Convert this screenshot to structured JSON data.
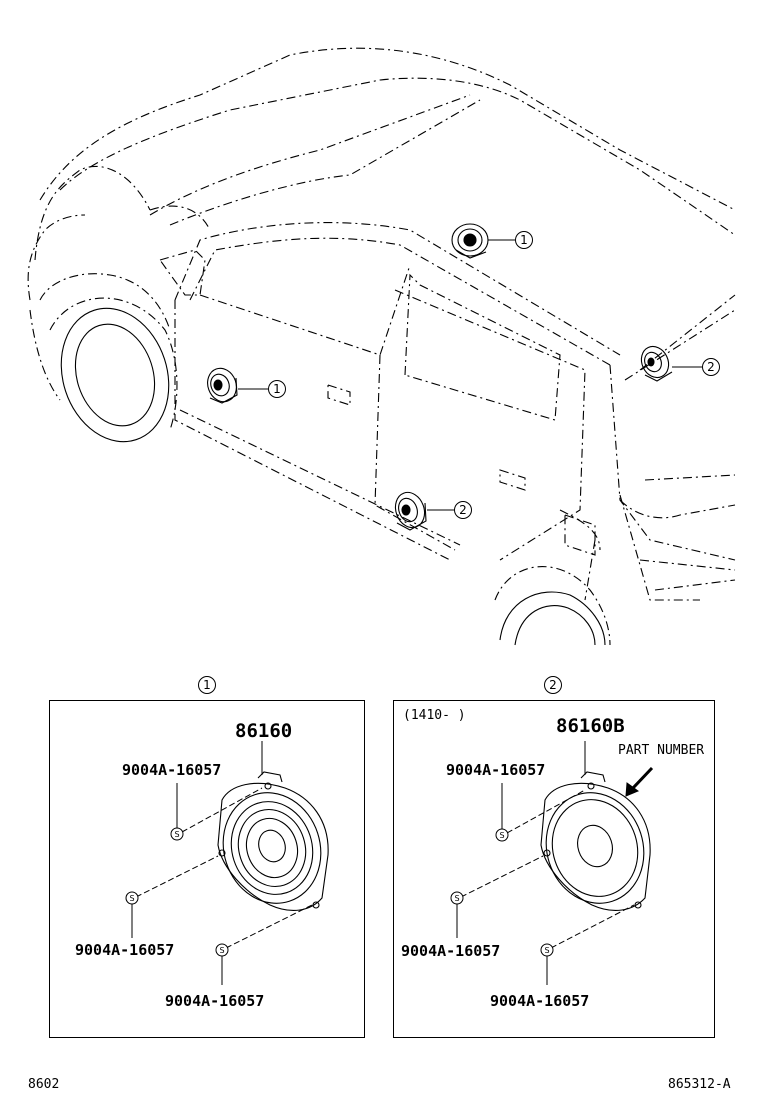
{
  "callouts": {
    "front_door_speaker": "1",
    "roof_speaker": "1",
    "rear_door_speaker": "2",
    "rear_quarter_speaker": "2"
  },
  "panel_1": {
    "index": "1",
    "part_number": "86160",
    "screw_top": "9004A-16057",
    "screw_left": "9004A-16057",
    "screw_bottom": "9004A-16057"
  },
  "panel_2": {
    "index": "2",
    "date_range": "(1410-      )",
    "part_number": "86160B",
    "part_number_note": "PART NUMBER",
    "screw_top": "9004A-16057",
    "screw_left": "9004A-16057",
    "screw_bottom": "9004A-16057"
  },
  "footer": {
    "left_code": "8602",
    "right_code": "865312-A"
  }
}
